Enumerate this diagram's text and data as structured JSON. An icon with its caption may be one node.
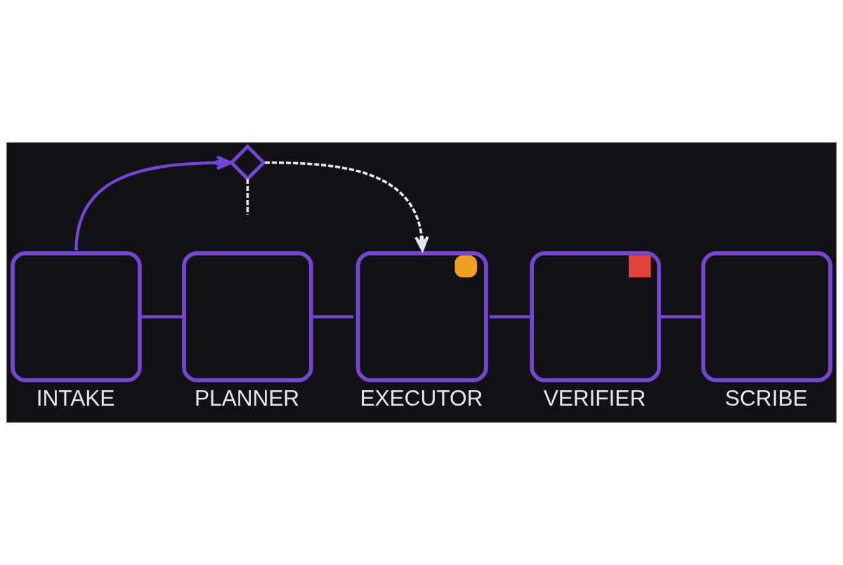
{
  "diagram": {
    "nodes": [
      {
        "text": [
          "INTAKE"
        ]
      },
      {
        "text": [
          "PLANNER"
        ]
      },
      {
        "text": [
          "EXECUTOR"
        ]
      },
      {
        "text": [
          "VERIFIER"
        ]
      },
      {
        "text": [
          "SCRIBE"
        ]
      },
      {
        "text": [],
        "shape": "diamond"
      }
    ],
    "edges": [
      {
        "from": 0,
        "to": 1,
        "arrow": "none"
      },
      {
        "from": 1,
        "to": 2,
        "arrow": "none"
      },
      {
        "from": 2,
        "to": 3,
        "arrow": "none"
      },
      {
        "from": 3,
        "to": 4,
        "arrow": "none"
      },
      {
        "from": 0,
        "to": 5,
        "arrow": "to"
      },
      {
        "from": 5,
        "to": 2,
        "arrow": "to",
        "style": "dashed",
        "color": "#e6e6e6"
      },
      {
        "from": 5,
        "to": null,
        "arrow": "none",
        "style": "dashed",
        "color": "#e6e6e6"
      }
    ]
  }
}
